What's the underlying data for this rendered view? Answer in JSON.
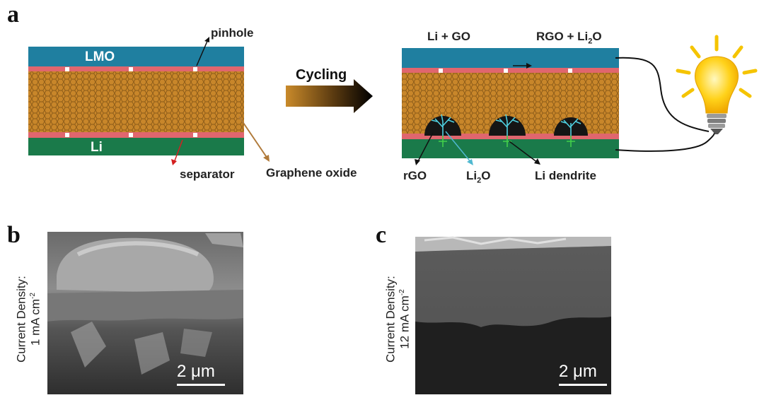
{
  "panels": {
    "a": {
      "letter": "a",
      "left_cell": {
        "top_layer": "LMO",
        "bottom_layer": "Li",
        "pinhole_label": "pinhole",
        "separator_label": "separator",
        "graphene_label": "Graphene oxide"
      },
      "arrow_label": "Cycling",
      "right_cell": {
        "reaction": {
          "left": "Li + GO",
          "right_main": "RGO + Li",
          "right_sub": "2",
          "right_tail": "O"
        },
        "rgo_label": "rGO",
        "li2o_label": {
          "main": "Li",
          "sub": "2",
          "tail": "O"
        },
        "dendrite_label": "Li dendrite"
      }
    },
    "b": {
      "letter": "b",
      "side_label_line1": "Current Density:",
      "side_label_line2": "1 mA cm",
      "side_label_sup": "-2",
      "scale_label": "2 μm"
    },
    "c": {
      "letter": "c",
      "side_label_line1": "Current Density:",
      "side_label_line2": "12 mA cm",
      "side_label_sup": "-2",
      "scale_label": "2 μm"
    }
  },
  "colors": {
    "lmo_blue": "#1f7fa0",
    "li_green": "#1a7a4a",
    "separator_pink": "#e0666e",
    "graphene_gold": "#c98a2a",
    "bulb_yellow": "#f5c400"
  }
}
